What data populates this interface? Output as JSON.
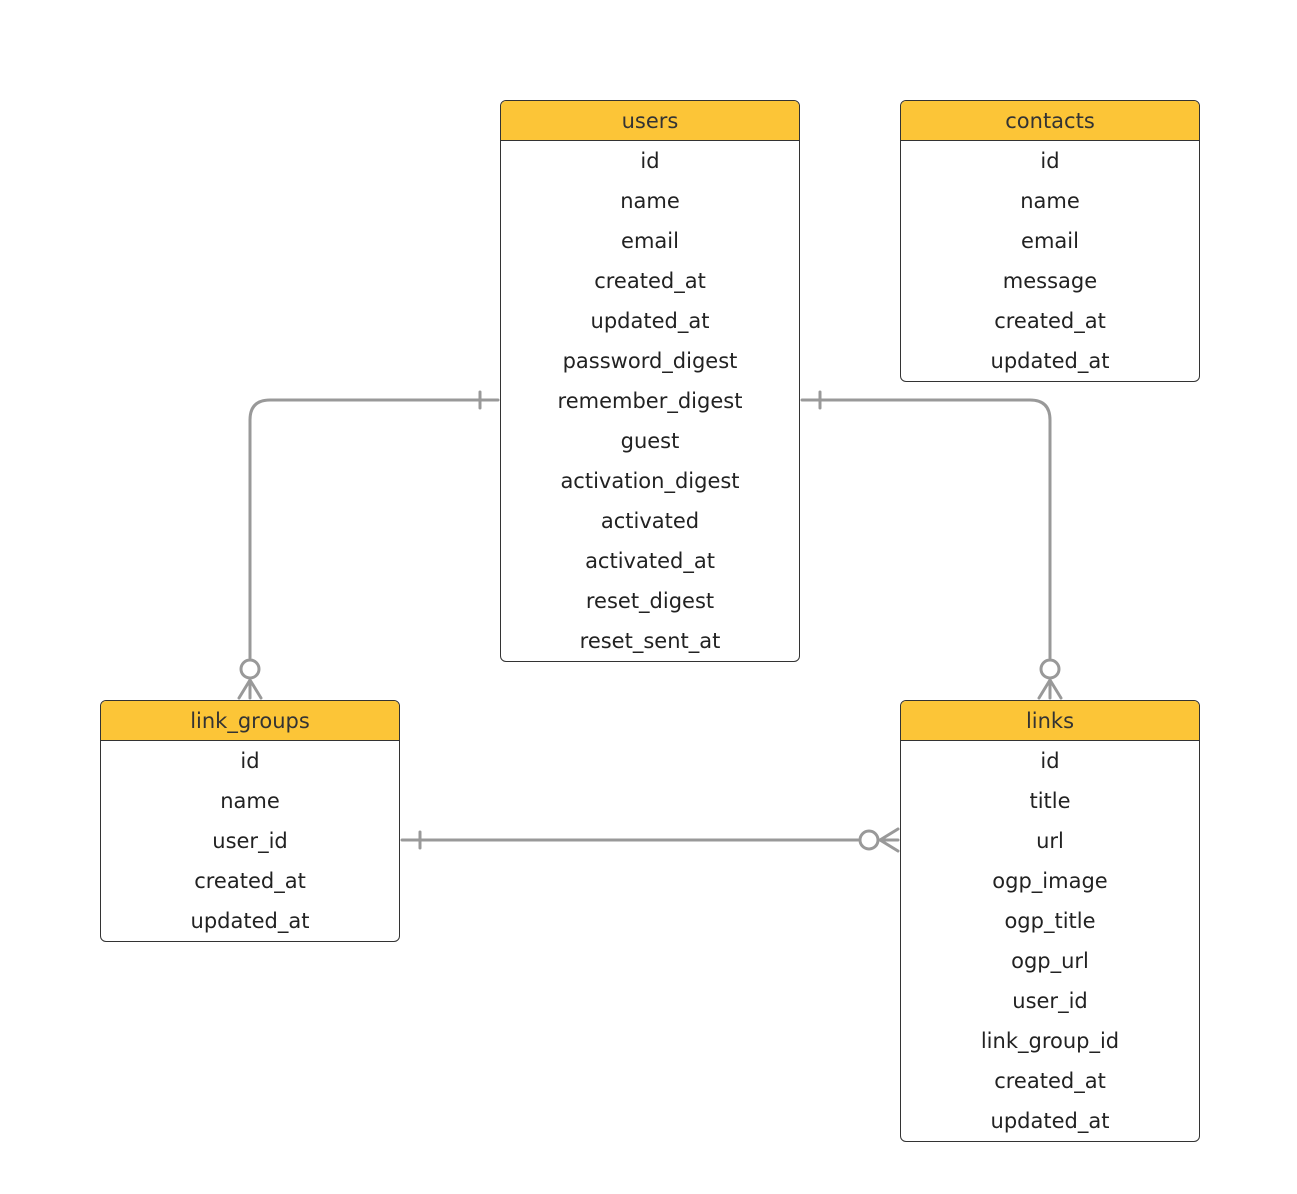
{
  "entities": {
    "users": {
      "name": "users",
      "fields": [
        "id",
        "name",
        "email",
        "created_at",
        "updated_at",
        "password_digest",
        "remember_digest",
        "guest",
        "activation_digest",
        "activated",
        "activated_at",
        "reset_digest",
        "reset_sent_at"
      ]
    },
    "contacts": {
      "name": "contacts",
      "fields": [
        "id",
        "name",
        "email",
        "message",
        "created_at",
        "updated_at"
      ]
    },
    "link_groups": {
      "name": "link_groups",
      "fields": [
        "id",
        "name",
        "user_id",
        "created_at",
        "updated_at"
      ]
    },
    "links": {
      "name": "links",
      "fields": [
        "id",
        "title",
        "url",
        "ogp_image",
        "ogp_title",
        "ogp_url",
        "user_id",
        "link_group_id",
        "created_at",
        "updated_at"
      ]
    }
  },
  "relationships": [
    {
      "from": "users",
      "to": "link_groups",
      "from_cardinality": "one",
      "to_cardinality": "zero-or-many"
    },
    {
      "from": "users",
      "to": "links",
      "from_cardinality": "one",
      "to_cardinality": "zero-or-many"
    },
    {
      "from": "link_groups",
      "to": "links",
      "from_cardinality": "one",
      "to_cardinality": "zero-or-many"
    }
  ],
  "colors": {
    "header": "#fcc537",
    "border": "#333333",
    "connector": "#999999"
  }
}
